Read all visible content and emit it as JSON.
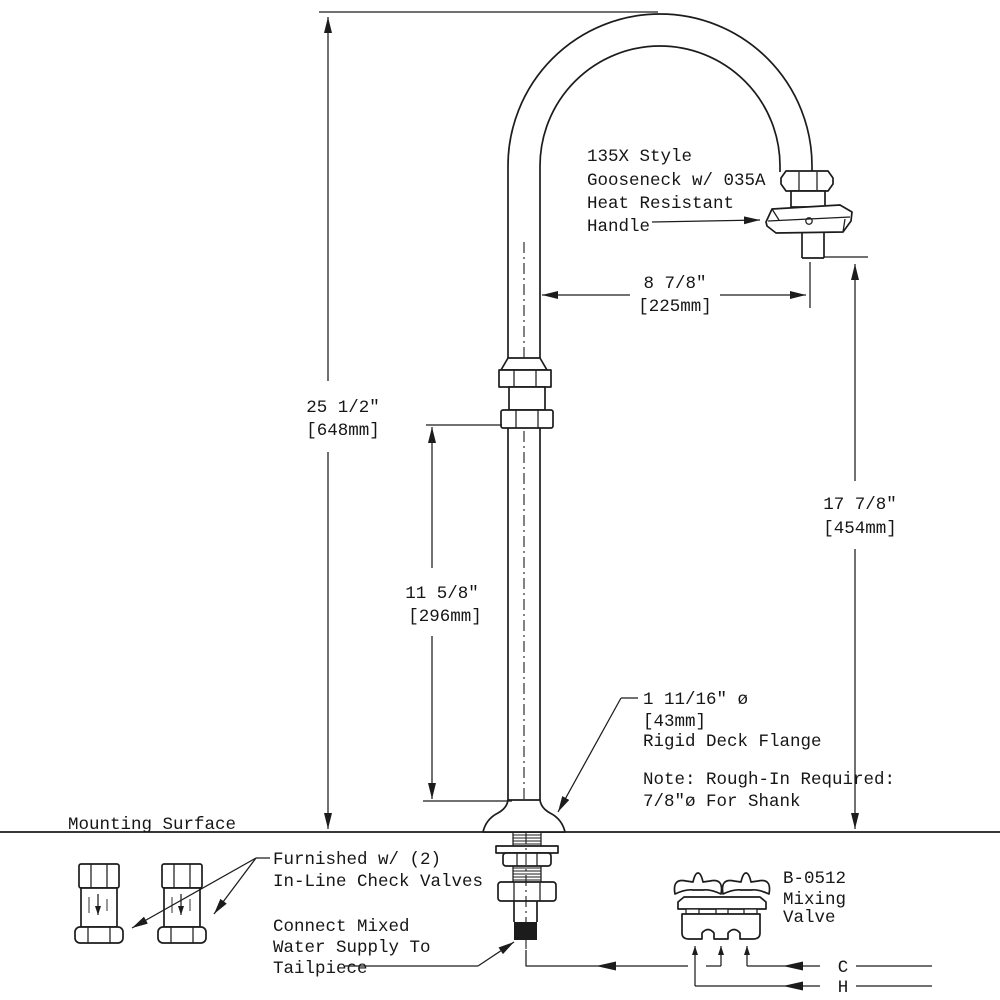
{
  "labels": {
    "spout": {
      "l1": "135X Style",
      "l2": "Gooseneck w/ 035A",
      "l3": "Heat Resistant",
      "l4": "Handle"
    },
    "dim_spread": {
      "in": "8 7/8\"",
      "mm": "[225mm]"
    },
    "dim_height": {
      "in": "25 1/2\"",
      "mm": "[648mm]"
    },
    "dim_union": {
      "in": "11 5/8\"",
      "mm": "[296mm]"
    },
    "dim_outlet": {
      "in": "17 7/8\"",
      "mm": "[454mm]"
    },
    "flange": {
      "l1": "1 11/16\" ø",
      "l2": "[43mm]",
      "l3": "Rigid Deck Flange"
    },
    "note": {
      "l1": "Note: Rough-In Required:",
      "l2": "7/8\"ø For Shank"
    },
    "mounting_surface": "Mounting Surface",
    "check_valves": {
      "l1": "Furnished w/ (2)",
      "l2": "In-Line Check Valves"
    },
    "supply": {
      "l1": "Connect Mixed",
      "l2": "Water Supply To",
      "l3": "Tailpiece"
    },
    "mixing_valve": {
      "l1": "B-0512",
      "l2": "Mixing",
      "l3": "Valve"
    },
    "cold": "C",
    "hot": "H"
  },
  "colors": {
    "ink": "#1c1c1c",
    "background": "#ffffff"
  }
}
